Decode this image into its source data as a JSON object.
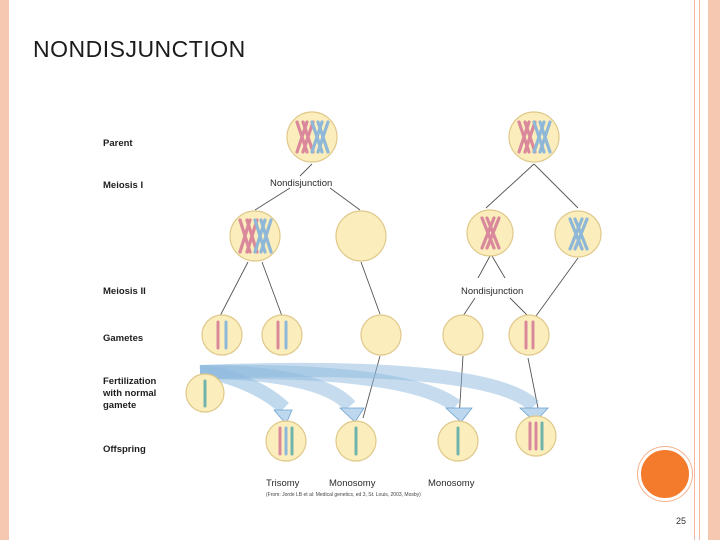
{
  "slide": {
    "title": "NONDISJUNCTION",
    "page_number": "25"
  },
  "stages": {
    "parent": "Parent",
    "meiosis1": "Meiosis I",
    "meiosis2": "Meiosis II",
    "gametes": "Gametes",
    "fertilization_line1": "Fertilization",
    "fertilization_line2": "with normal",
    "fertilization_line3": "gamete",
    "offspring": "Offspring"
  },
  "annotations": {
    "nondisjunction_1": "Nondisjunction",
    "nondisjunction_2": "Nondisjunction"
  },
  "offspring_labels": {
    "o1": "Trisomy",
    "o2": "Monosomy",
    "o3": "Monosomy"
  },
  "credit": "(From: Jorde LB et al: Medical genetics, ed 3, St. Louis, 2003, Mosby)",
  "colors": {
    "cell_fill": "#fbeebc",
    "cell_stroke": "#e0c88a",
    "chrom_pink": "#d9899b",
    "chrom_blue": "#8fb8d8",
    "chrom_teal": "#6fb3ab",
    "arrow_fill": "#cfe3f3",
    "arrow_stroke": "#7fb0d8",
    "accent_orange": "#f47a2c",
    "border_peach": "#f6c7b1"
  }
}
